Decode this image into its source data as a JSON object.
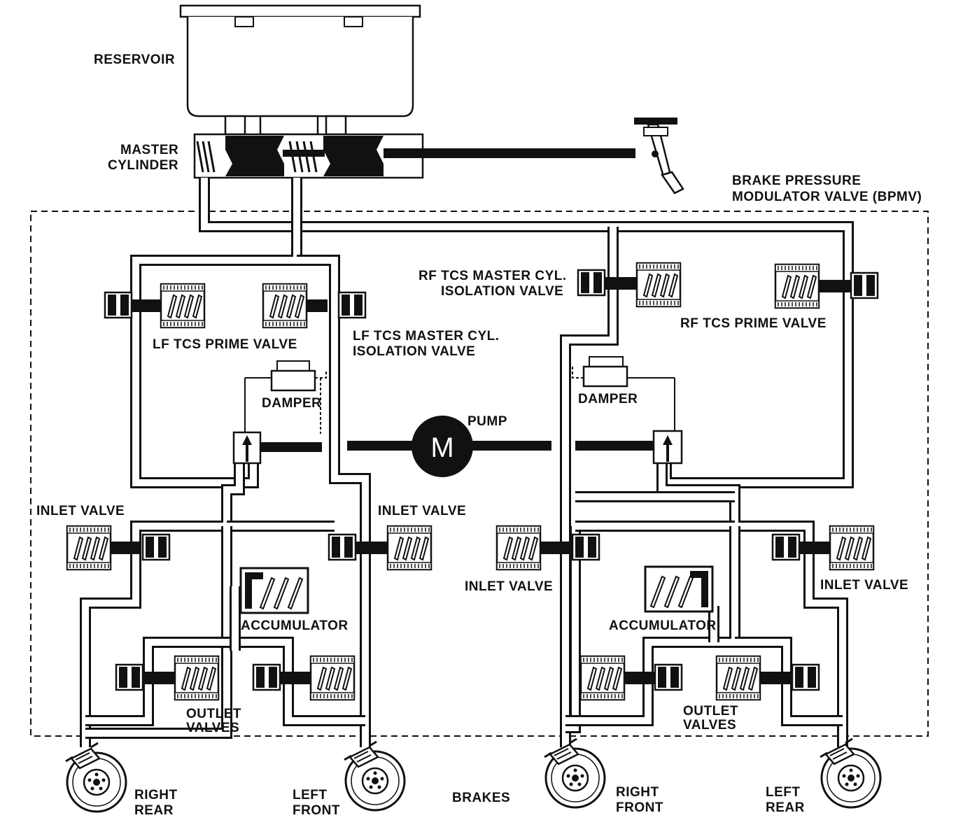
{
  "labels": {
    "reservoir": "RESERVOIR",
    "master_line1": "MASTER",
    "master_line2": "CYLINDER",
    "bpmv_line1": "BRAKE PRESSURE",
    "bpmv_line2": "MODULATOR VALVE (BPMV)",
    "rf_iso_line1": "RF TCS MASTER CYL.",
    "rf_iso_line2": "ISOLATION VALVE",
    "rf_prime": "RF TCS PRIME VALVE",
    "lf_prime": "LF TCS PRIME VALVE",
    "lf_iso_line1": "LF TCS MASTER CYL.",
    "lf_iso_line2": "ISOLATION VALVE",
    "damper_left": "DAMPER",
    "damper_right": "DAMPER",
    "pump": "PUMP",
    "motor": "M",
    "inlet_1": "INLET VALVE",
    "inlet_2": "INLET VALVE",
    "inlet_3": "INLET VALVE",
    "inlet_4": "INLET VALVE",
    "accumulator_left": "ACCUMULATOR",
    "accumulator_right": "ACCUMULATOR",
    "outlet_left_line1": "OUTLET",
    "outlet_left_line2": "VALVES",
    "outlet_right_line1": "OUTLET",
    "outlet_right_line2": "VALVES",
    "right_rear_line1": "RIGHT",
    "right_rear_line2": "REAR",
    "left_front_line1": "LEFT",
    "left_front_line2": "FRONT",
    "brakes": "BRAKES",
    "right_front_line1": "RIGHT",
    "right_front_line2": "FRONT",
    "left_rear_line1": "LEFT",
    "left_rear_line2": "REAR"
  }
}
